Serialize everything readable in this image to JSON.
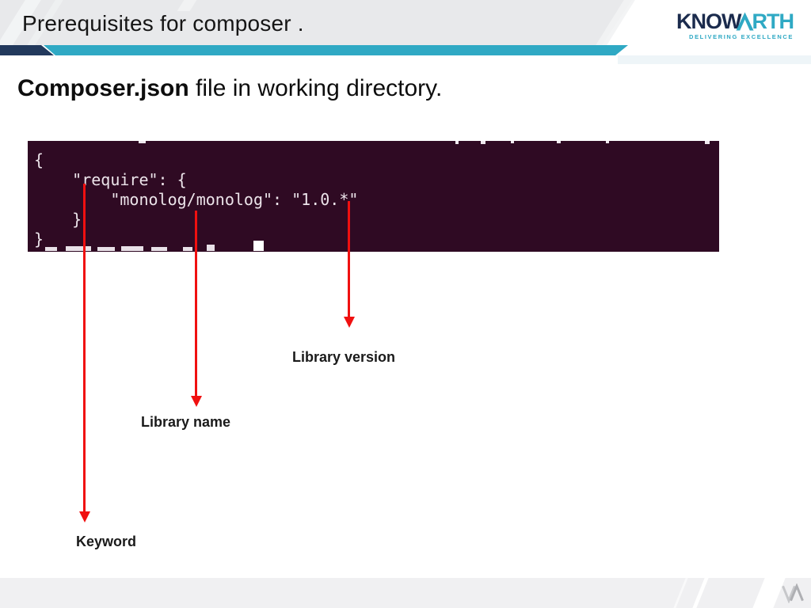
{
  "header": {
    "title": "Prerequisites for composer .",
    "logo": {
      "left": "KNOW",
      "right": "RTH",
      "tagline": "DELIVERING EXCELLENCE"
    }
  },
  "main": {
    "heading_bold": "Composer.json",
    "heading_rest": " file in working directory."
  },
  "terminal": {
    "lines": [
      "{",
      "    \"require\": {",
      "        \"monolog/monolog\": \"1.0.*\"",
      "    }",
      "}"
    ]
  },
  "annotations": [
    {
      "label": "Keyword"
    },
    {
      "label": "Library name"
    },
    {
      "label": "Library version"
    }
  ],
  "colors": {
    "accent_teal": "#2fa9c4",
    "accent_navy": "#22395c",
    "logo_navy": "#1b2b4d",
    "arrow_red": "#f01010",
    "terminal_bg": "#2f0a23"
  }
}
